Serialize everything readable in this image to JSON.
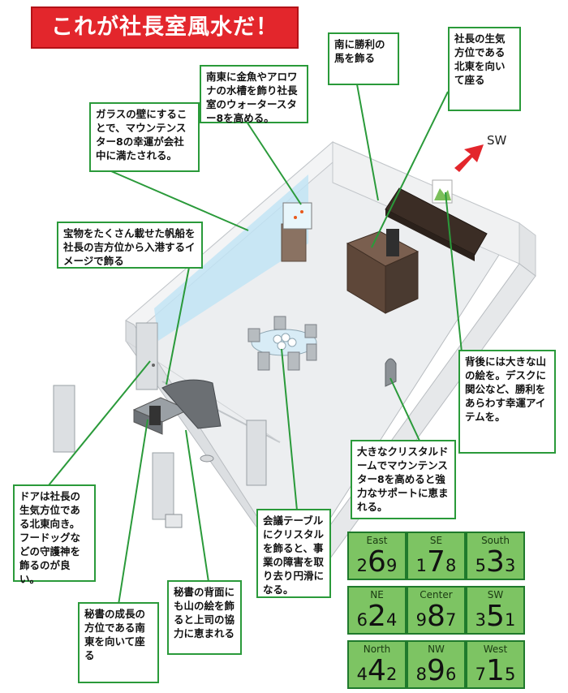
{
  "title": "これが社長室風水だ！",
  "direction_label": "SW",
  "callouts": {
    "glass_wall": "ガラスの壁にすることで、マウンテンスター8の幸運が会社中に満たされる。",
    "aquarium": "南東に金魚やアロワナの水槽を飾り社長室のウォータースター8を高める。",
    "horse": "南に勝利の馬を飾る",
    "ceo_seat": "社長の生気方位である北東を向いて座る",
    "ship": "宝物をたくさん載せた帆船を社長の吉方位から入港するイメージで飾る",
    "mountain_back": "背後には大きな山の絵を。デスクに関公など、勝利をあらわす幸運アイテムを。",
    "crystal_dome": "大きなクリスタルドームでマウンテンスター8を高めると強力なサポートに恵まれる。",
    "door": "ドアは社長の生気方位である北東向き。フードッグなどの守護神を飾るのが良い。",
    "meeting_table": "会議テーブルにクリスタルを飾ると、事業の障害を取り去り円滑になる。",
    "secretary_back": "秘書の背面にも山の絵を飾ると上司の協力に恵まれる",
    "secretary_seat": "秘書の成長の方位である南東を向いて座る"
  },
  "flying_stars": [
    {
      "name": "East",
      "left": "2",
      "center": "6",
      "right": "9"
    },
    {
      "name": "SE",
      "left": "1",
      "center": "7",
      "right": "8"
    },
    {
      "name": "South",
      "left": "5",
      "center": "3",
      "right": "3"
    },
    {
      "name": "NE",
      "left": "6",
      "center": "2",
      "right": "4"
    },
    {
      "name": "Center",
      "left": "9",
      "center": "8",
      "right": "7"
    },
    {
      "name": "SW",
      "left": "3",
      "center": "5",
      "right": "1"
    },
    {
      "name": "North",
      "left": "4",
      "center": "4",
      "right": "2"
    },
    {
      "name": "NW",
      "left": "8",
      "center": "9",
      "right": "6"
    },
    {
      "name": "West",
      "left": "7",
      "center": "1",
      "right": "5"
    }
  ],
  "colors": {
    "title_bg": "#e3262c",
    "callout_border": "#2a9a3a",
    "grid_bg": "#7dc463",
    "arrow": "#e3262c"
  }
}
